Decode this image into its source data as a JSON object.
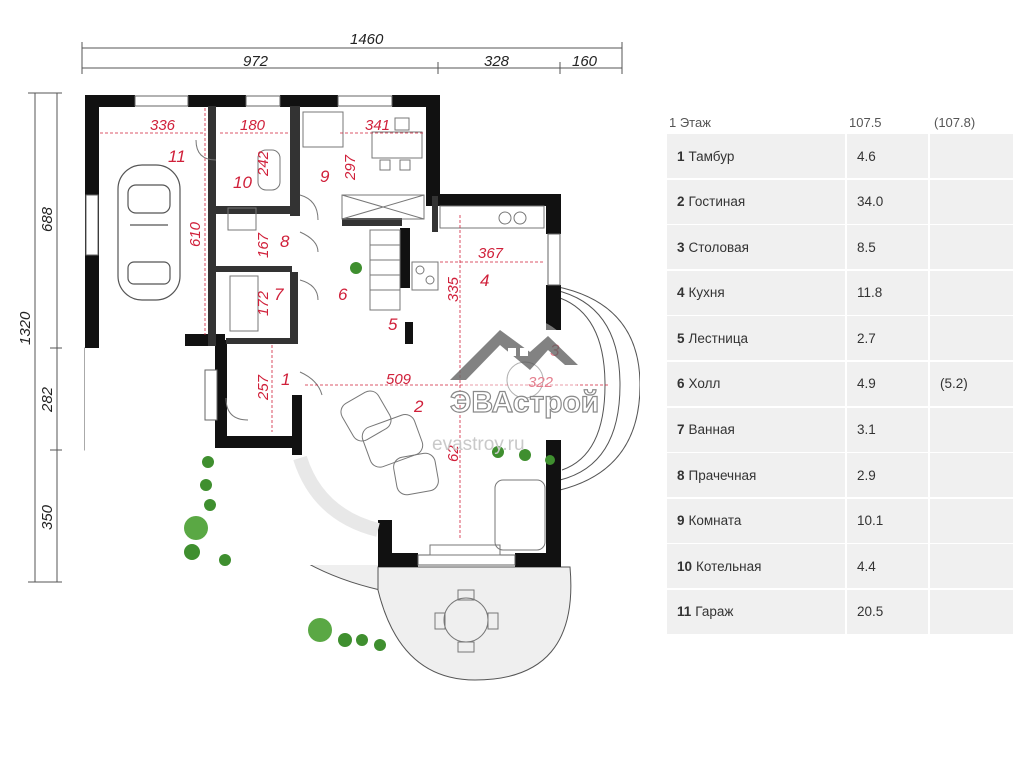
{
  "plan": {
    "dimensions": {
      "total_width": "1460",
      "width_parts": [
        "972",
        "328",
        "160"
      ],
      "total_height": "1320",
      "height_parts": [
        "688",
        "282",
        "350"
      ]
    },
    "room_dimensions": [
      "336",
      "180",
      "341",
      "242",
      "297",
      "610",
      "167",
      "367",
      "172",
      "335",
      "509",
      "322",
      "257",
      "62"
    ],
    "room_numbers": [
      "1",
      "2",
      "3",
      "4",
      "5",
      "6",
      "7",
      "8",
      "9",
      "10",
      "11"
    ],
    "watermark": {
      "brand": "ЭВАстрой",
      "site": "evastroy.ru"
    }
  },
  "legend": {
    "floor_label": "1 Этаж",
    "total_area": "107.5",
    "total_area_alt": "(107.8)",
    "rooms": [
      {
        "num": "1",
        "name": "Тамбур",
        "area": "4.6",
        "alt": ""
      },
      {
        "num": "2",
        "name": "Гостиная",
        "area": "34.0",
        "alt": ""
      },
      {
        "num": "3",
        "name": "Столовая",
        "area": "8.5",
        "alt": ""
      },
      {
        "num": "4",
        "name": "Кухня",
        "area": "11.8",
        "alt": ""
      },
      {
        "num": "5",
        "name": "Лестница",
        "area": "2.7",
        "alt": ""
      },
      {
        "num": "6",
        "name": "Холл",
        "area": "4.9",
        "alt": "(5.2)"
      },
      {
        "num": "7",
        "name": "Ванная",
        "area": "3.1",
        "alt": ""
      },
      {
        "num": "8",
        "name": "Прачечная",
        "area": "2.9",
        "alt": ""
      },
      {
        "num": "9",
        "name": "Комната",
        "area": "10.1",
        "alt": ""
      },
      {
        "num": "10",
        "name": "Котельная",
        "area": "4.4",
        "alt": ""
      },
      {
        "num": "11",
        "name": "Гараж",
        "area": "20.5",
        "alt": ""
      }
    ]
  }
}
